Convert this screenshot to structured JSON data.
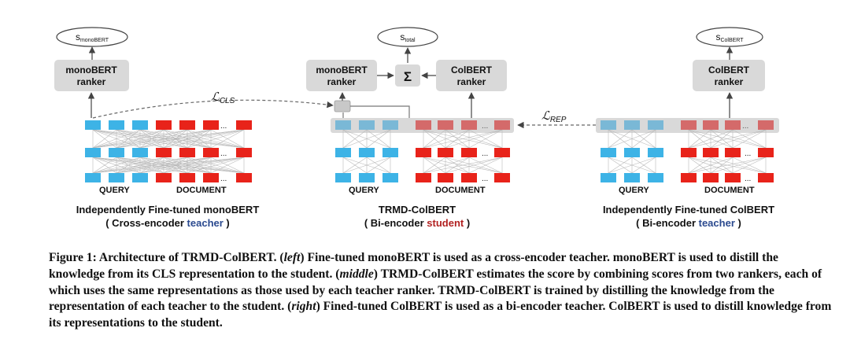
{
  "colors": {
    "query_blue": "#3db3e6",
    "doc_red": "#e8231a",
    "query_faded": "#7ab8d6",
    "doc_faded": "#d46a6a",
    "box_gray": "#d9d9d9",
    "teacher_text": "#2b4a8f",
    "student_text": "#b22222"
  },
  "left": {
    "score_label": "s",
    "score_sub": "monoBERT",
    "ranker_line1": "monoBERT",
    "ranker_line2": "ranker",
    "query_label": "QUERY",
    "doc_label": "DOCUMENT",
    "ellipsis": "...",
    "title": "Independently Fine-tuned monoBERT",
    "subtitle_pre": "( Cross-encoder ",
    "subtitle_role": "teacher",
    "subtitle_post": " )"
  },
  "middle": {
    "score_label": "s",
    "score_sub": "total",
    "sum_symbol": "Σ",
    "ranker1_line1": "monoBERT",
    "ranker1_line2": "ranker",
    "ranker2_line1": "ColBERT",
    "ranker2_line2": "ranker",
    "query_label": "QUERY",
    "doc_label": "DOCUMENT",
    "ellipsis": "...",
    "title": "TRMD-ColBERT",
    "subtitle_pre": "( Bi-encoder ",
    "subtitle_role": "student",
    "subtitle_post": " )"
  },
  "right": {
    "score_label": "s",
    "score_sub": "ColBERT",
    "ranker_line1": "ColBERT",
    "ranker_line2": "ranker",
    "query_label": "QUERY",
    "doc_label": "DOCUMENT",
    "ellipsis": "...",
    "title": "Independently Fine-tuned ColBERT",
    "subtitle_pre": "( Bi-encoder ",
    "subtitle_role": "teacher",
    "subtitle_post": " )"
  },
  "losses": {
    "cls_main": "ℒ",
    "cls_sub": "CLS",
    "rep_main": "ℒ",
    "rep_sub": "REP"
  },
  "caption": {
    "fig_label": "Figure 1: Architecture of TRMD-ColBERT. (",
    "left_tag": "left",
    "part1": ") Fine-tuned monoBERT is used as a cross-encoder teacher. monoBERT is used to distill the knowledge from its CLS representation to the student. (",
    "middle_tag": "middle",
    "part2": ") TRMD-ColBERT estimates the score by combining scores from two rankers, each of which uses the same representations as those used by each teacher ranker. TRMD-ColBERT is trained by distilling the knowledge from the representation of each teacher to the student. (",
    "right_tag": "right",
    "part3": ") Fined-tuned ColBERT is used as a bi-encoder teacher. ColBERT is used to distill knowledge from its representations to the student."
  }
}
